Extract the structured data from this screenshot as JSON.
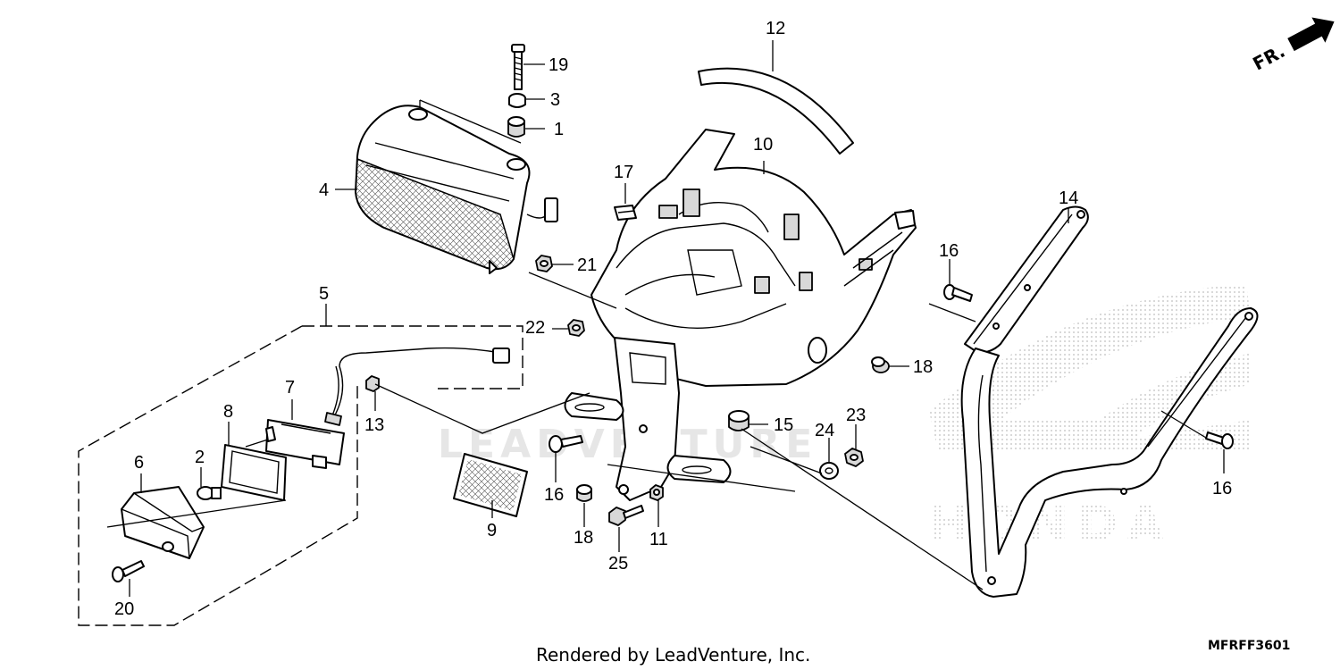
{
  "diagram": {
    "callouts": [
      "1",
      "2",
      "3",
      "4",
      "5",
      "6",
      "7",
      "8",
      "9",
      "10",
      "11",
      "12",
      "13",
      "14",
      "15",
      "16",
      "16",
      "16",
      "17",
      "18",
      "18",
      "19",
      "20",
      "21",
      "22",
      "23",
      "24",
      "25"
    ],
    "direction_marker": "FR.",
    "watermark_text": "LEADVENTURE",
    "brand_logo_text": "HONDA",
    "footer_text": "Rendered by LeadVenture, Inc.",
    "diagram_code": "MFRFF3601",
    "colors": {
      "line": "#000000",
      "fill": "#ffffff",
      "shade": "#d8d8d8",
      "watermark": "#e6e6e6"
    }
  }
}
